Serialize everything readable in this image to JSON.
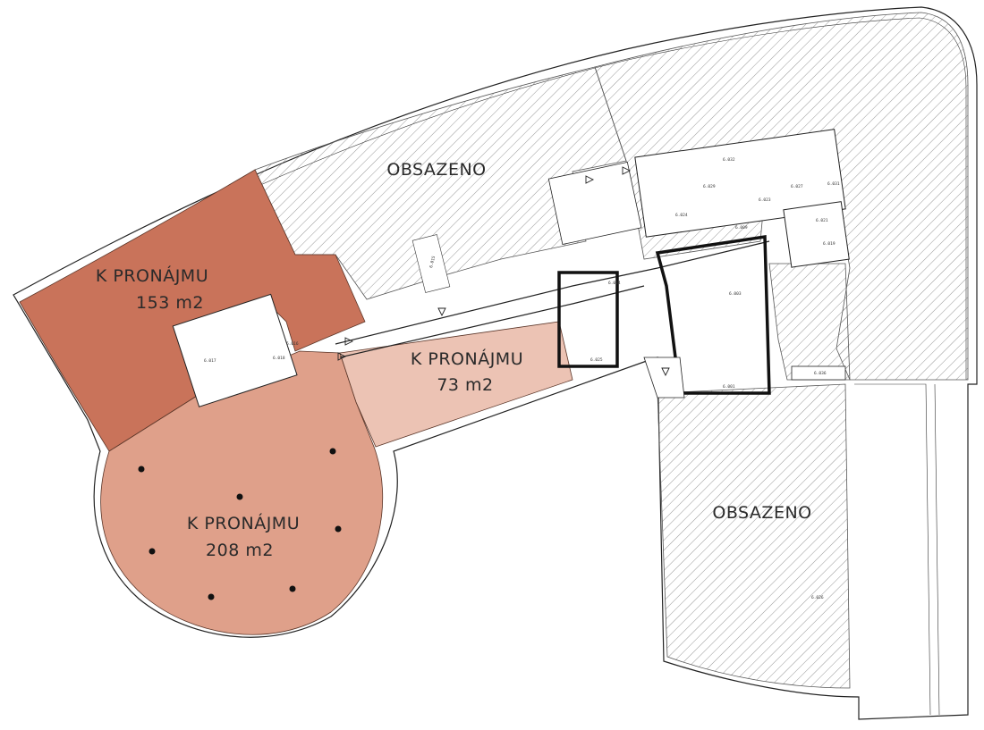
{
  "plan": {
    "areas": [
      {
        "id": "unit-153",
        "label": "K PRONÁJMU",
        "area": "153 m2",
        "status": "available",
        "color": "#c9735a"
      },
      {
        "id": "unit-208",
        "label": "K PRONÁJMU",
        "area": "208 m2",
        "status": "available",
        "color": "#dfa08a"
      },
      {
        "id": "unit-73",
        "label": "K PRONÁJMU",
        "area": "73 m2",
        "status": "available",
        "color": "#ecc3b4"
      },
      {
        "id": "occupied-north",
        "label": "OBSAZENO",
        "status": "occupied"
      },
      {
        "id": "occupied-south",
        "label": "OBSAZENO",
        "status": "occupied"
      }
    ],
    "room_codes": {
      "r1": "6.015",
      "r2": "6.004",
      "r3": "6.025",
      "r4": "6.003",
      "r5": "6.001",
      "r6": "6.009",
      "r7": "6.024",
      "r8": "6.029",
      "r9": "6.019",
      "r10": "6.036",
      "r11": "6.026",
      "r12": "6.017",
      "r13": "6.018",
      "r14": "6.016",
      "r15": "6.021",
      "r16": "6.027",
      "r17": "6.023",
      "r18": "6.031",
      "r19": "6.032"
    },
    "colors": {
      "hatch": "#555555",
      "walls": "#222222",
      "background": "#ffffff"
    }
  }
}
